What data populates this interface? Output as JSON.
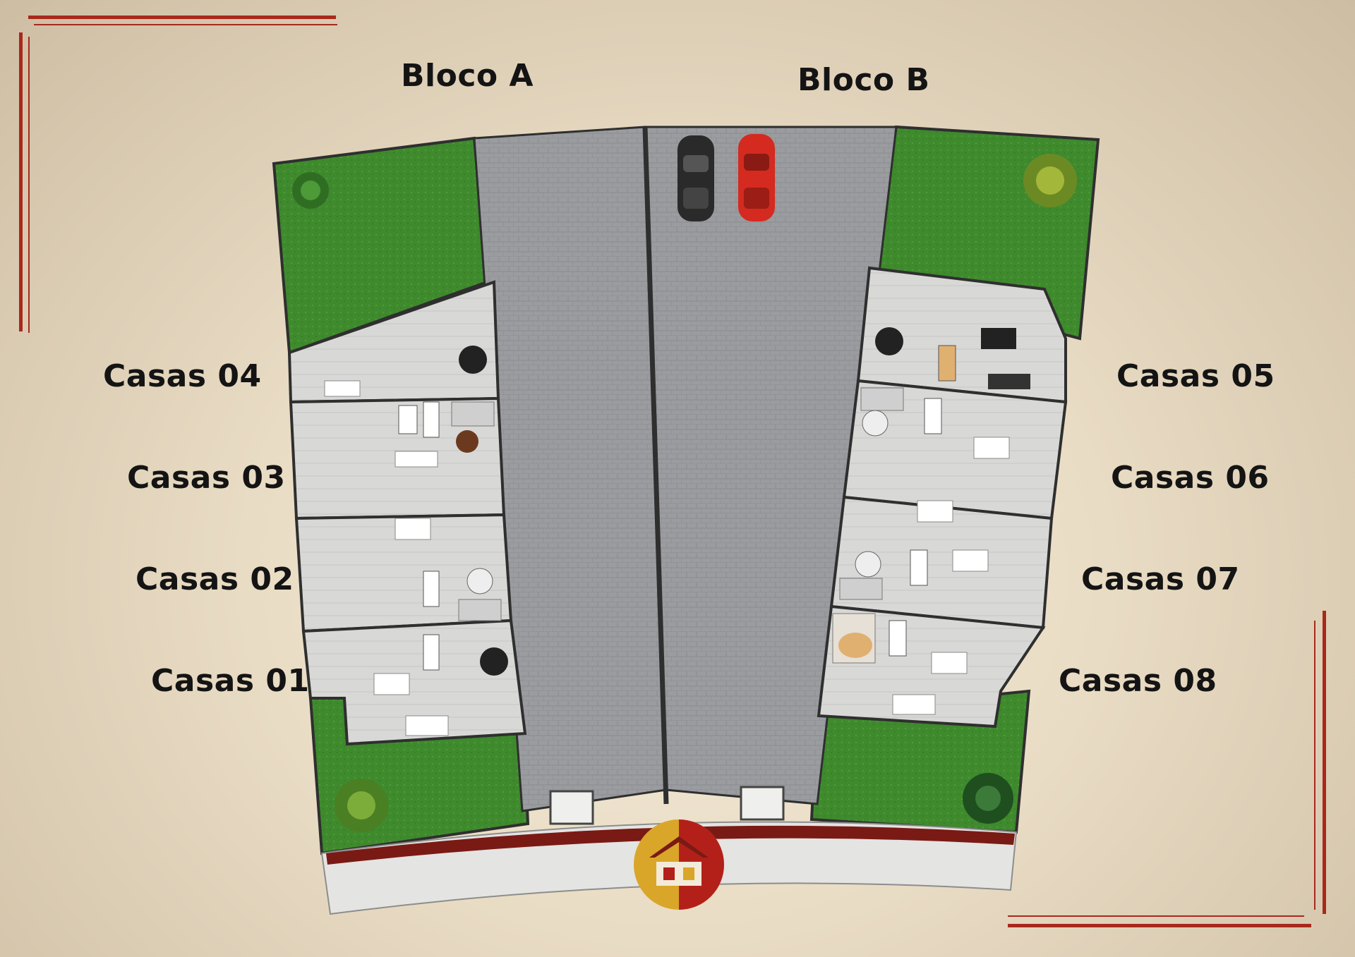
{
  "blocks": {
    "a": "Bloco A",
    "b": "Bloco B"
  },
  "houses_left": [
    "Casas 04",
    "Casas 03",
    "Casas 02",
    "Casas 01"
  ],
  "houses_right": [
    "Casas 05",
    "Casas 06",
    "Casas 07",
    "Casas 08"
  ],
  "colors": {
    "accent": "#a8291c",
    "grass": "#3e8a2d",
    "pavement": "#9a9ca0",
    "logo_gold": "#d9a629",
    "logo_red": "#b3201a"
  },
  "icons": [
    "tree-icon",
    "car-icon",
    "logo-icon"
  ]
}
